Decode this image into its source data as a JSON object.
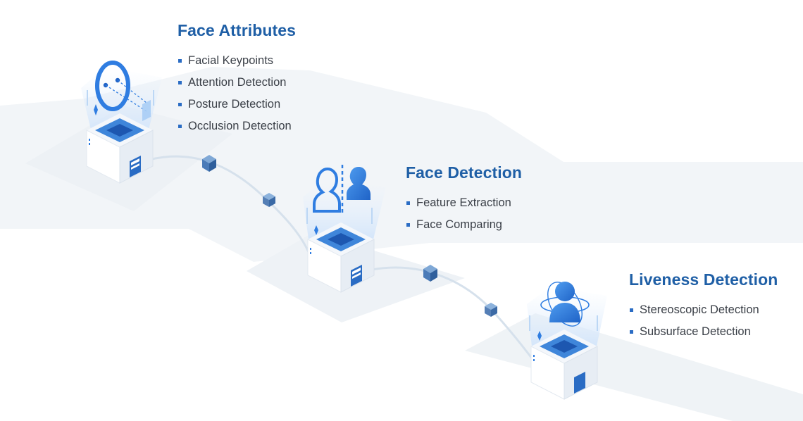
{
  "colors": {
    "title": "#1f5fa6",
    "text": "#3a3f47",
    "bullet": "#2a6cc4",
    "accent": "#2f7de1",
    "floor": "#f1f4f8"
  },
  "stages": [
    {
      "title": "Face Attributes",
      "icon": "face-keypoints-icon",
      "items": [
        "Facial Keypoints",
        "Attention Detection",
        "Posture Detection",
        "Occlusion Detection"
      ]
    },
    {
      "title": "Face Detection",
      "icon": "face-compare-icon",
      "items": [
        "Feature Extraction",
        "Face Comparing"
      ]
    },
    {
      "title": "Liveness Detection",
      "icon": "liveness-person-icon",
      "items": [
        "Stereoscopic Detection",
        "Subsurface Detection"
      ]
    }
  ]
}
